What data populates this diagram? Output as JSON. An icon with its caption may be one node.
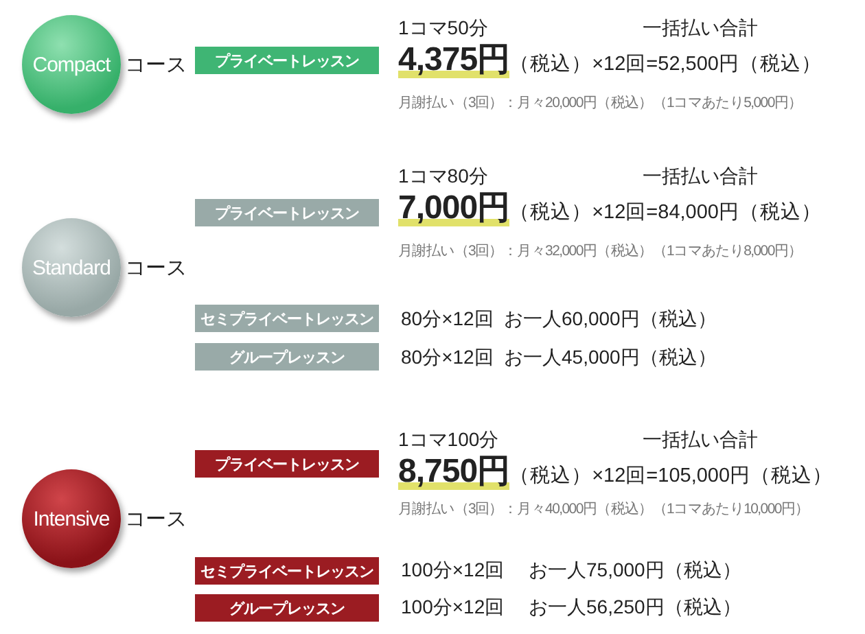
{
  "diagram": {
    "nodes": [
      {
        "text": [
          "Compact"
        ],
        "beside": [
          "コース"
        ]
      },
      {
        "text": [
          "プライベートレッスン"
        ]
      },
      {
        "text": [
          "Standard"
        ],
        "beside": [
          "コース"
        ]
      },
      {
        "text": [
          "プライベートレッスン"
        ]
      },
      {
        "text": [
          "セミプライベートレッスン"
        ]
      },
      {
        "text": [
          "グループレッスン"
        ]
      },
      {
        "text": [
          "Intensive"
        ],
        "beside": [
          "コース"
        ]
      },
      {
        "text": [
          "プライベートレッスン"
        ]
      },
      {
        "text": [
          "セミプライベートレッスン"
        ]
      },
      {
        "text": [
          "グループレッスン"
        ]
      }
    ],
    "labels": [
      "1コマ50分",
      "一括払い合計",
      "**4,375円**（税込）×12回=52,500円（税込）",
      "月謝払い（3回）：月々20,000円（税込）（1コマあたり5,000円）",
      "1コマ80分",
      "一括払い合計",
      "**7,000円**（税込）×12回=84,000円（税込）",
      "月謝払い（3回）：月々32,000円（税込）（1コマあたり8,000円）",
      "80分×12回",
      "お一人60,000円（税込）",
      "80分×12回",
      "お一人45,000円（税込）",
      "1コマ100分",
      "一括払い合計",
      "**8,750円**（税込）×12回=105,000円（税込）",
      "月謝払い（3回）：月々40,000円（税込）（1コマあたり10,000円）",
      "100分×12回",
      "お一人75,000円（税込）",
      "100分×12回",
      "お一人56,250円（税込）"
    ]
  }
}
